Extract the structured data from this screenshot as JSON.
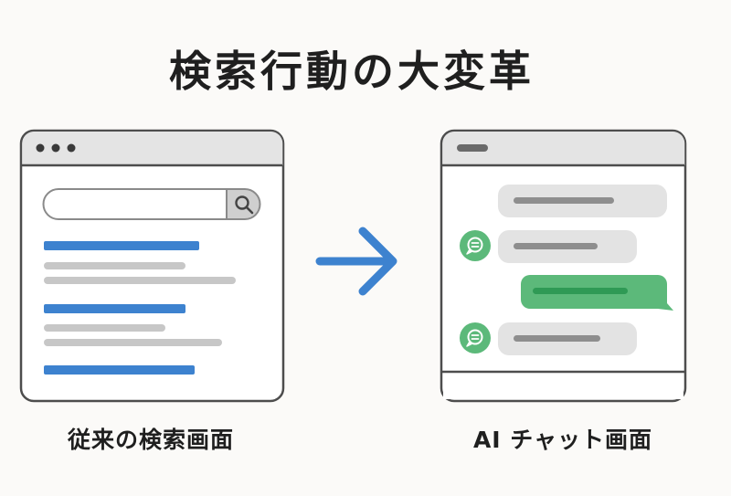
{
  "title": "検索行動の大変革",
  "left_panel": {
    "caption": "従来の検索画面",
    "window_icon": "three-dots-icon",
    "search_icon": "search-icon"
  },
  "right_panel": {
    "caption": "AI チャット画面",
    "bot_icon": "chat-bubble-icon"
  },
  "arrow_icon": "arrow-right-icon",
  "colors": {
    "frame": "#4d4d4d",
    "titlebar": "#e4e4e4",
    "link_blue": "#3d82cf",
    "snippet_gray": "#c7c7c7",
    "bubble_gray": "#e3e3e3",
    "bubble_line": "#8e8e8e",
    "chat_green": "#5cb97a",
    "chat_green_dark": "#2f9a55"
  }
}
